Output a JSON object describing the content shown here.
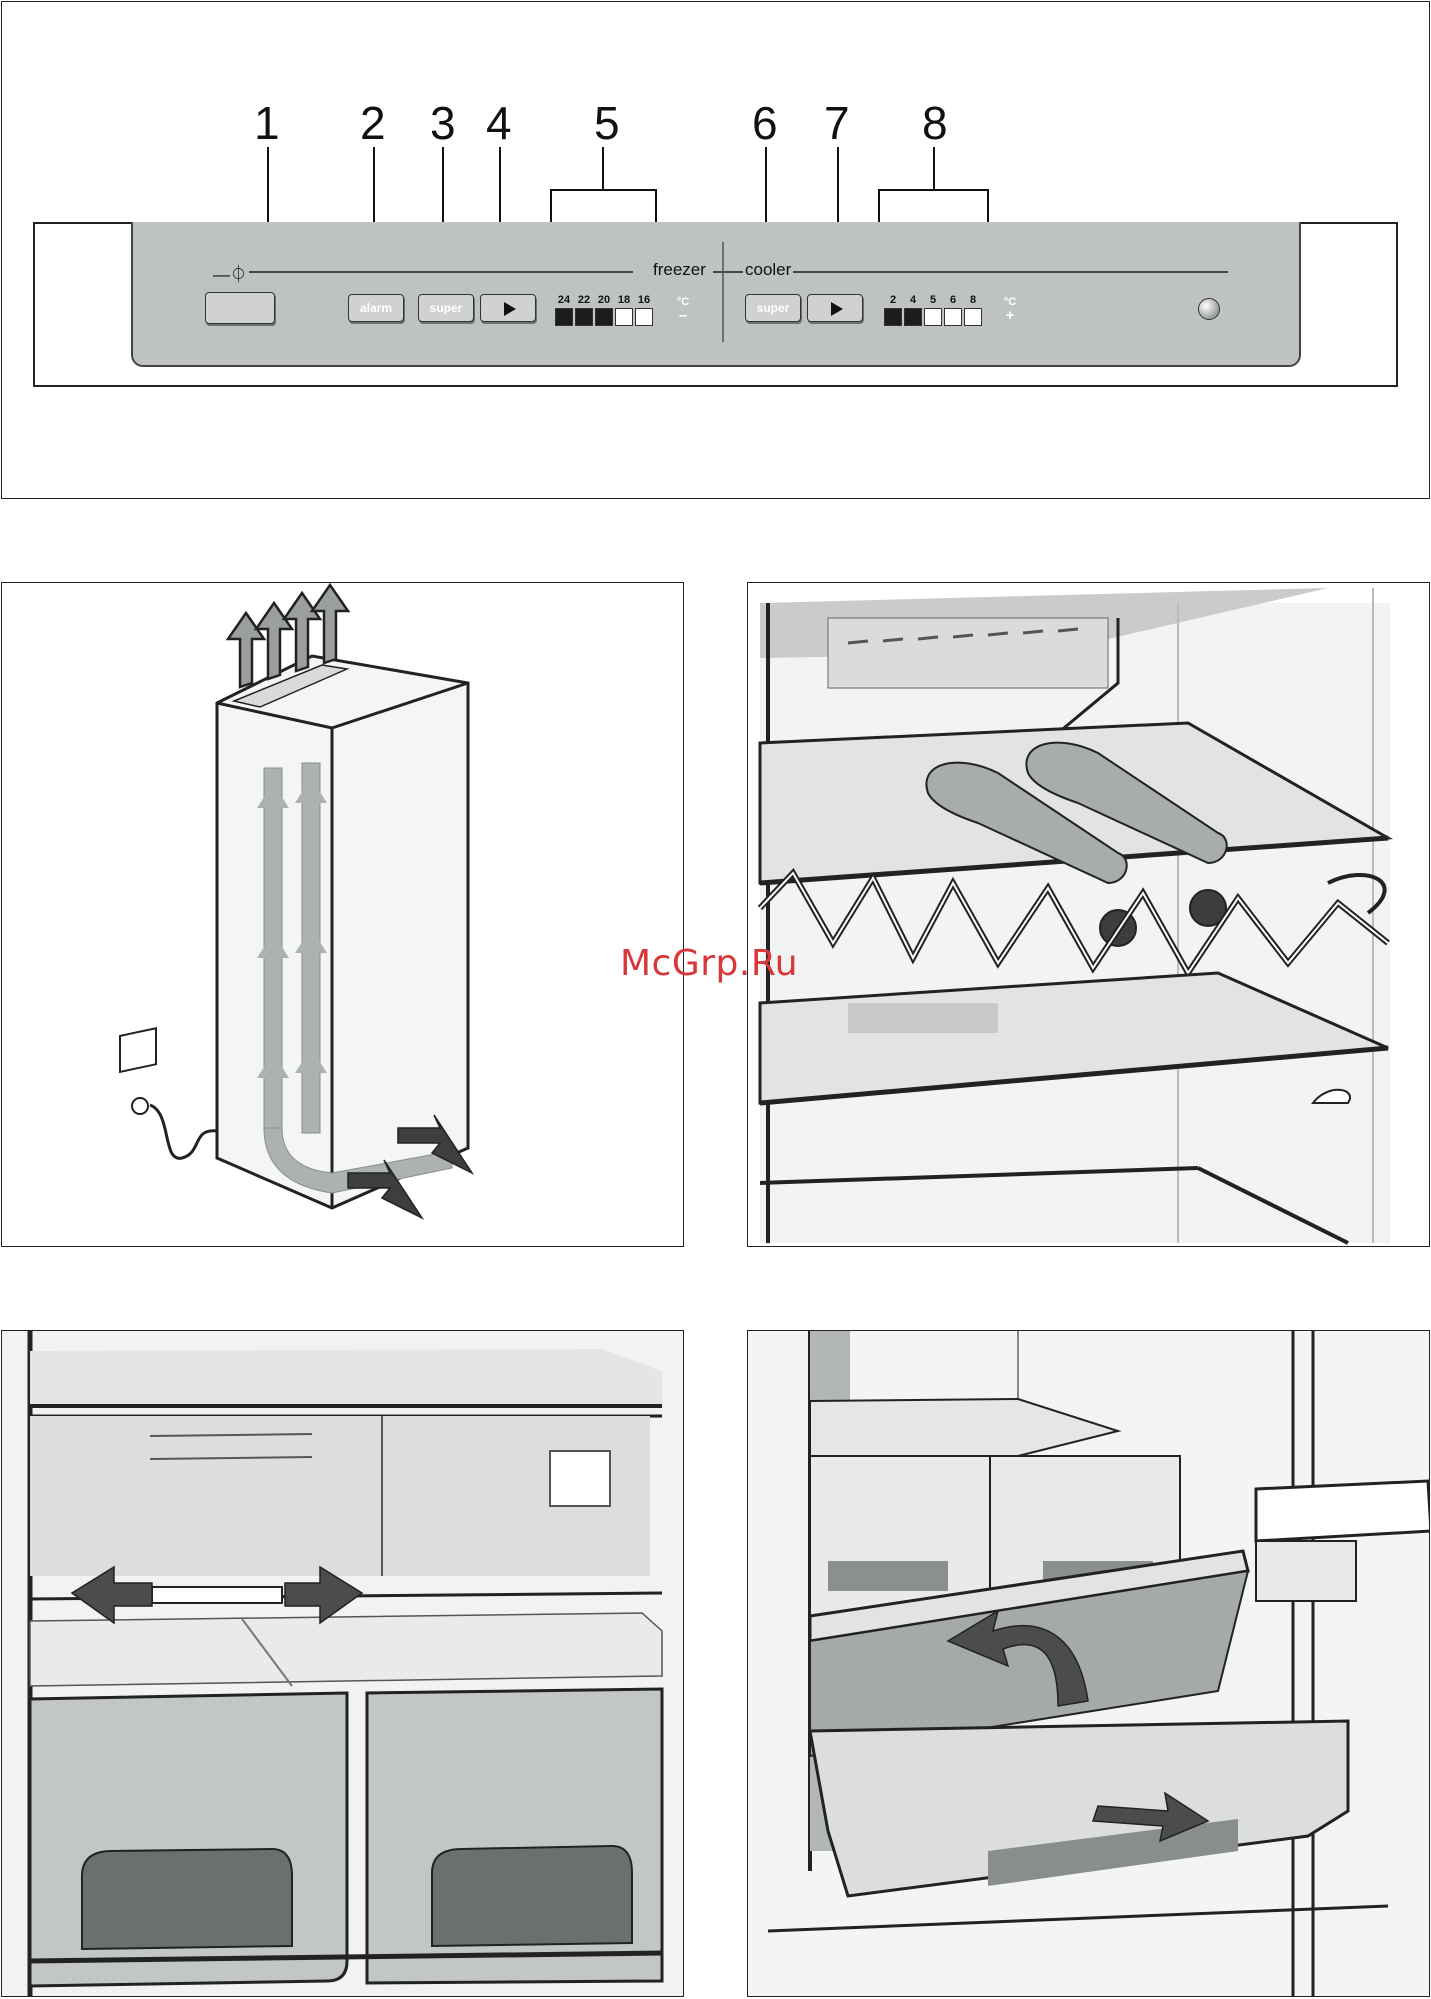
{
  "callouts": [
    "1",
    "2",
    "3",
    "4",
    "5",
    "6",
    "7",
    "8"
  ],
  "panel": {
    "power_symbol": "—⏀",
    "alarm_label": "alarm",
    "super_label": "super",
    "freezer_label": "freezer",
    "cooler_label": "cooler",
    "freezer_unit": "°C",
    "freezer_sign": "–",
    "cooler_unit": "°C",
    "cooler_sign": "+",
    "freezer_temps": [
      "24",
      "22",
      "20",
      "18",
      "16"
    ],
    "freezer_leds_lit": [
      true,
      true,
      true,
      false,
      false
    ],
    "cooler_temps": [
      "2",
      "4",
      "5",
      "6",
      "8"
    ],
    "cooler_leds_lit": [
      true,
      true,
      false,
      false,
      false
    ]
  },
  "watermark": "McGrp.Ru"
}
